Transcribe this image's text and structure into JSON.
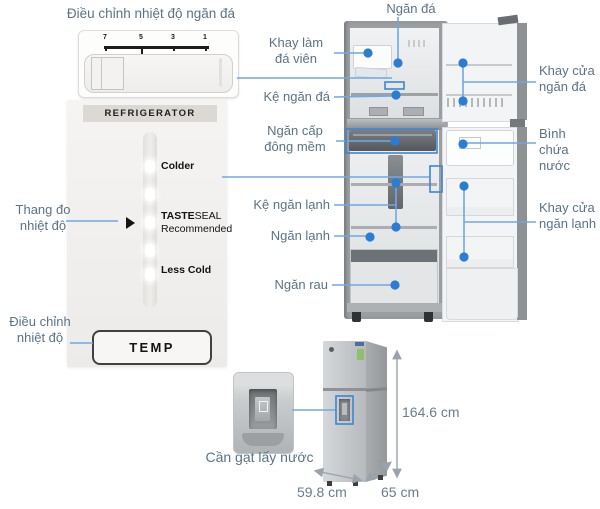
{
  "colors": {
    "accent_blue": "#3c86d6",
    "line_blue": "#6fa8e2",
    "dot_blue": "#2b7cd3",
    "label_text": "#5b7385",
    "dimension_text": "#6b7d8c"
  },
  "freezer_dial": {
    "title": "Điều chỉnh nhiệt độ ngăn đá",
    "scale": [
      "7",
      "5",
      "3",
      "1"
    ]
  },
  "control_panel": {
    "header": "REFRIGERATOR",
    "colder": "Colder",
    "taste_bold": "TASTE",
    "taste_rest": "SEAL",
    "recommended": "Recommended",
    "less_cold": "Less Cold",
    "temp_button": "TEMP"
  },
  "side_labels": {
    "scale": "Thang đo\nnhiệt độ",
    "adjust": "Điều chỉnh\nnhiệt độ"
  },
  "callouts": {
    "ngan_da": "Ngăn đá",
    "khay_lam_da_vien": "Khay làm\nđá viên",
    "ke_ngan_da": "Kệ ngăn đá",
    "ngan_cap_dong_mem": "Ngăn cấp\nđông mềm",
    "ke_ngan_lanh": "Kệ ngăn lạnh",
    "ngan_lanh": "Ngăn lạnh",
    "ngan_rau": "Ngăn rau",
    "khay_cua_ngan_da": "Khay cửa\nngăn đá",
    "binh_chua_nuoc": "Bình chứa\nnước",
    "khay_cua_ngan_lanh": "Khay cửa\nngăn lạnh",
    "can_gat_lay_nuoc": "Cần gạt lấy nước"
  },
  "dimensions": {
    "height": "164.6 cm",
    "width": "59.8 cm",
    "depth": "65 cm"
  }
}
